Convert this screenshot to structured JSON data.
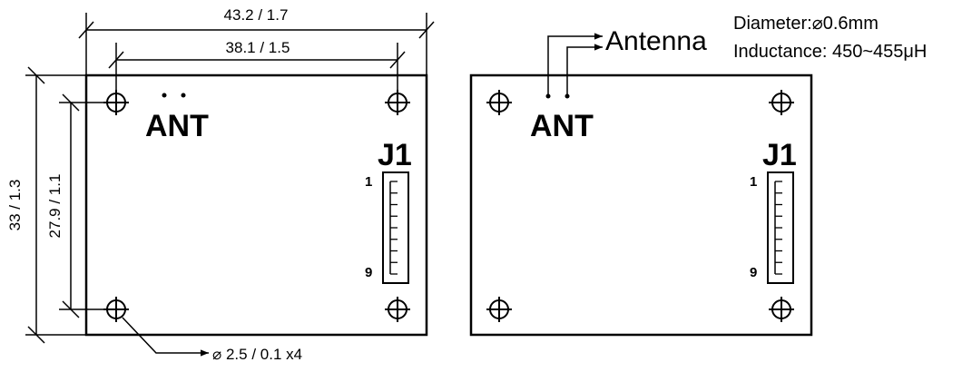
{
  "dimensions": {
    "overall_width": "43.2 / 1.7",
    "hole_spacing_width": "38.1 / 1.5",
    "overall_height": "33 / 1.3",
    "hole_spacing_height": "27.9 / 1.1",
    "hole_callout": "⌀ 2.5 / 0.1 x4"
  },
  "left_board": {
    "antenna_label": "ANT",
    "connector_label": "J1",
    "pin_first": "1",
    "pin_last": "9"
  },
  "right_board": {
    "antenna_label": "ANT",
    "connector_label": "J1",
    "pin_first": "1",
    "pin_last": "9",
    "antenna_callout": "Antenna",
    "antenna_diameter": "Diameter:⌀0.6mm",
    "antenna_inductance": "Inductance: 450~455μH"
  },
  "colors": {
    "ink": "#000000",
    "background": "#ffffff"
  }
}
